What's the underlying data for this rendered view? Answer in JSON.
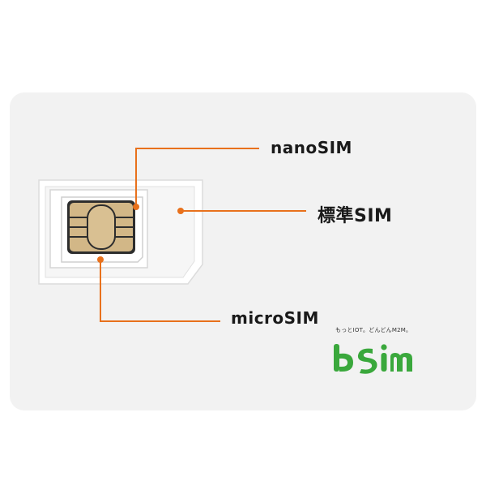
{
  "labels": {
    "nano": "nanoSIM",
    "standard": "標準SIM",
    "micro": "microSIM"
  },
  "brand": {
    "tagline": "もっとIOT。どんどんM2M。",
    "logo_text": "bSim",
    "logo_color": "#3aa83c"
  },
  "colors": {
    "leader_line": "#e8711c",
    "card_background": "#f2f2f2",
    "chip_gold": "#d2b787"
  },
  "icons": {
    "sim_card": "sim-card-cutout-icon",
    "chip": "sim-chip-icon"
  }
}
